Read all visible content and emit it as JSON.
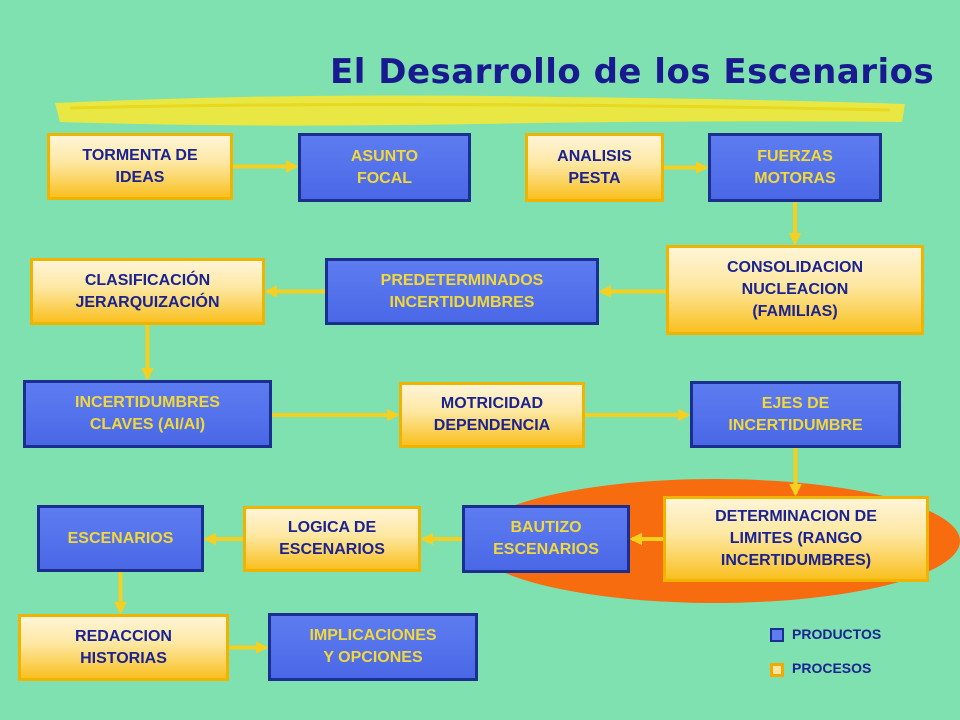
{
  "title": "El Desarrollo de los Escenarios",
  "colors": {
    "background": "#7fe0b0",
    "title": "#1a1a90",
    "process_fill": "#fde7a0",
    "process_border": "#f0b400",
    "product_fill": "#4a68e6",
    "product_border": "#1a2f8f",
    "arrow": "#f5d020",
    "highlight_ellipse": "#f86c10"
  },
  "nodes": {
    "tormenta": "TORMENTA DE\nIDEAS",
    "asunto": "ASUNTO\nFOCAL",
    "analisis": "ANALISIS\nPESTA",
    "fuerzas": "FUERZAS\nMOTORAS",
    "consolidacion": "CONSOLIDACION\nNUCLEACION\n(FAMILIAS)",
    "predeterminados": "PREDETERMINADOS\nINCERTIDUMBRES",
    "clasificacion": "CLASIFICACIÓN\nJERARQUIZACIÓN",
    "incertidumbres_claves": "INCERTIDUMBRES\nCLAVES  (AI/AI)",
    "motricidad": "MOTRICIDAD\nDEPENDENCIA",
    "ejes": "EJES DE\nINCERTIDUMBRE",
    "determinacion": "DETERMINACION DE\nLIMITES (RANGO\nINCERTIDUMBRES)",
    "bautizo": "BAUTIZO\nESCENARIOS",
    "logica": "LOGICA DE\nESCENARIOS",
    "escenarios": "ESCENARIOS",
    "redaccion": "REDACCION\nHISTORIAS",
    "implicaciones": "IMPLICACIONES\nY OPCIONES"
  },
  "node_types": {
    "tormenta": "process",
    "asunto": "product",
    "analisis": "process",
    "fuerzas": "product",
    "consolidacion": "process",
    "predeterminados": "product",
    "clasificacion": "process",
    "incertidumbres_claves": "product",
    "motricidad": "process",
    "ejes": "product",
    "determinacion": "process",
    "bautizo": "product",
    "logica": "process",
    "escenarios": "product",
    "redaccion": "process",
    "implicaciones": "product"
  },
  "flow": [
    [
      "tormenta",
      "asunto"
    ],
    [
      "analisis",
      "fuerzas"
    ],
    [
      "fuerzas",
      "consolidacion"
    ],
    [
      "consolidacion",
      "predeterminados"
    ],
    [
      "predeterminados",
      "clasificacion"
    ],
    [
      "clasificacion",
      "incertidumbres_claves"
    ],
    [
      "incertidumbres_claves",
      "motricidad"
    ],
    [
      "motricidad",
      "ejes"
    ],
    [
      "ejes",
      "determinacion"
    ],
    [
      "determinacion",
      "bautizo"
    ],
    [
      "bautizo",
      "logica"
    ],
    [
      "logica",
      "escenarios"
    ],
    [
      "escenarios",
      "redaccion"
    ],
    [
      "redaccion",
      "implicaciones"
    ]
  ],
  "legend": {
    "productos": "PRODUCTOS",
    "procesos": "PROCESOS"
  }
}
